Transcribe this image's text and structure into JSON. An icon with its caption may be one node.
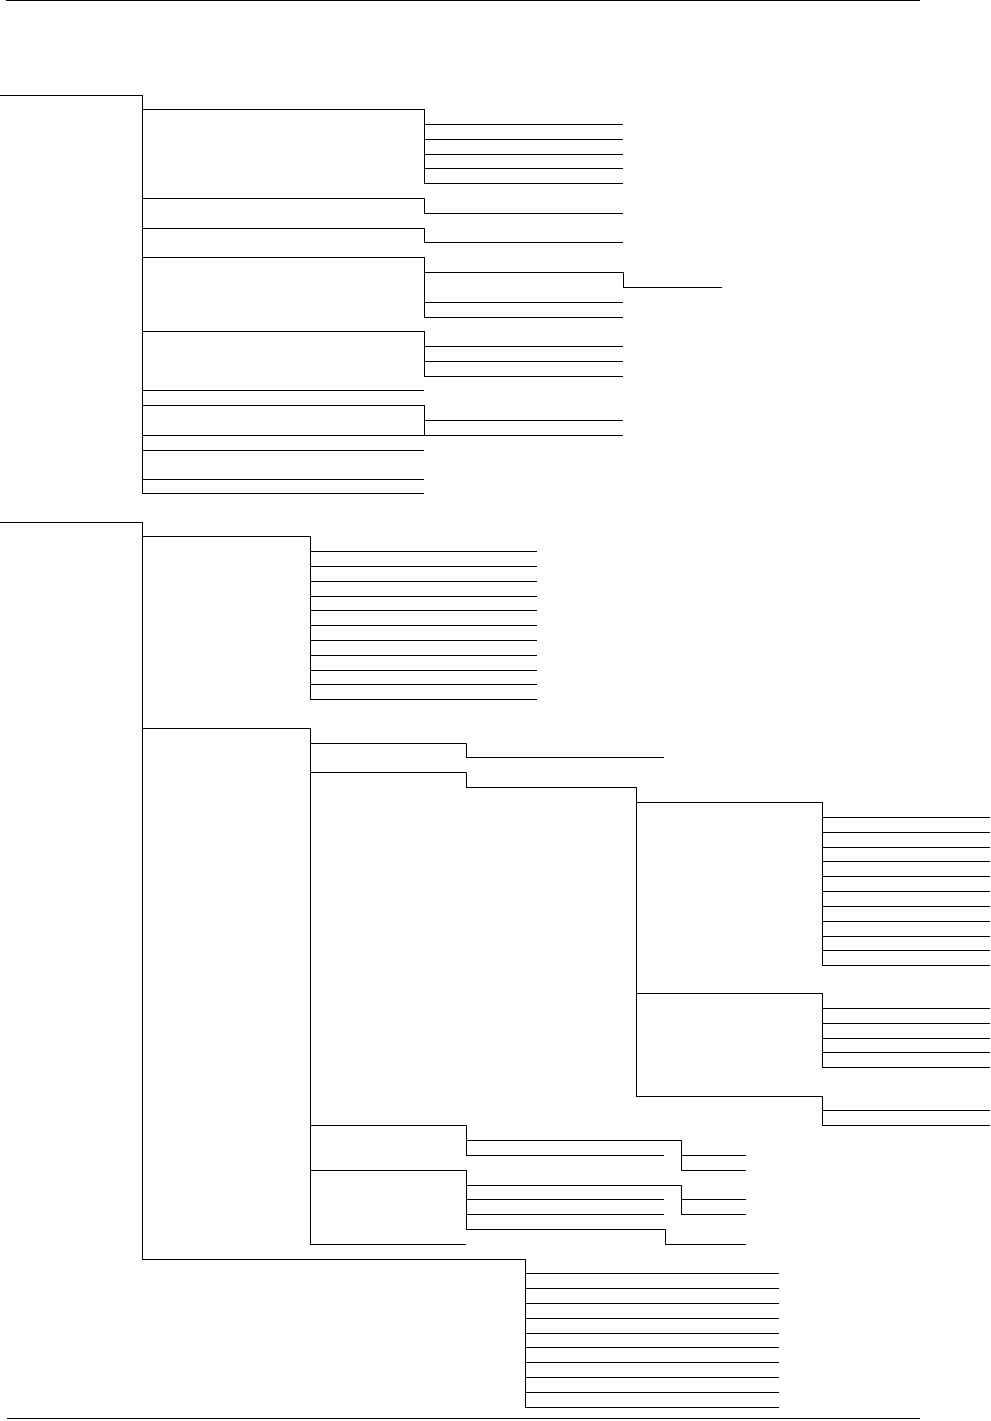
{
  "diagram": {
    "nodes": [
      {
        "text": [],
        "shape": "line"
      },
      {
        "text": [],
        "shape": "line"
      },
      {
        "text": [],
        "shape": "line"
      },
      {
        "text": [],
        "shape": "line"
      },
      {
        "text": [],
        "shape": "line"
      },
      {
        "text": [],
        "shape": "line"
      },
      {
        "text": [],
        "shape": "line"
      },
      {
        "text": [],
        "shape": "line"
      },
      {
        "text": [],
        "shape": "line"
      },
      {
        "text": [],
        "shape": "line"
      },
      {
        "text": [],
        "shape": "line"
      },
      {
        "text": [],
        "shape": "line"
      },
      {
        "text": [],
        "shape": "line"
      },
      {
        "text": [],
        "shape": "line"
      },
      {
        "text": [],
        "shape": "line"
      },
      {
        "text": [],
        "shape": "line"
      },
      {
        "text": [],
        "shape": "line"
      },
      {
        "text": [],
        "shape": "line"
      },
      {
        "text": [],
        "shape": "line"
      },
      {
        "text": [],
        "shape": "line"
      },
      {
        "text": [],
        "shape": "line"
      },
      {
        "text": [],
        "shape": "line"
      },
      {
        "text": [],
        "shape": "line"
      },
      {
        "text": [],
        "shape": "line"
      },
      {
        "text": [],
        "shape": "line"
      },
      {
        "text": [],
        "shape": "line"
      },
      {
        "text": [],
        "shape": "line"
      },
      {
        "text": [],
        "shape": "line"
      },
      {
        "text": [],
        "shape": "line"
      },
      {
        "text": [],
        "shape": "line"
      },
      {
        "text": [],
        "shape": "line"
      },
      {
        "text": [],
        "shape": "line"
      },
      {
        "text": [],
        "shape": "line"
      },
      {
        "text": [],
        "shape": "line"
      },
      {
        "text": [],
        "shape": "line"
      },
      {
        "text": [],
        "shape": "line"
      },
      {
        "text": [],
        "shape": "line"
      },
      {
        "text": [],
        "shape": "line"
      },
      {
        "text": [],
        "shape": "line"
      },
      {
        "text": [],
        "shape": "line"
      },
      {
        "text": [],
        "shape": "line"
      },
      {
        "text": [],
        "shape": "line"
      },
      {
        "text": [],
        "shape": "line"
      },
      {
        "text": [],
        "shape": "line"
      },
      {
        "text": [],
        "shape": "line"
      },
      {
        "text": [],
        "shape": "line"
      },
      {
        "text": [],
        "shape": "line"
      },
      {
        "text": [],
        "shape": "line"
      },
      {
        "text": [],
        "shape": "line"
      },
      {
        "text": [],
        "shape": "line"
      },
      {
        "text": [],
        "shape": "line"
      },
      {
        "text": [],
        "shape": "line"
      },
      {
        "text": [],
        "shape": "line"
      },
      {
        "text": [],
        "shape": "line"
      },
      {
        "text": [],
        "shape": "line"
      },
      {
        "text": [],
        "shape": "line"
      },
      {
        "text": [],
        "shape": "line"
      },
      {
        "text": [],
        "shape": "line"
      },
      {
        "text": [],
        "shape": "line"
      },
      {
        "text": [],
        "shape": "line"
      },
      {
        "text": [],
        "shape": "line"
      },
      {
        "text": [],
        "shape": "line"
      },
      {
        "text": [],
        "shape": "line"
      },
      {
        "text": [],
        "shape": "line"
      },
      {
        "text": [],
        "shape": "line"
      },
      {
        "text": [],
        "shape": "line"
      },
      {
        "text": [],
        "shape": "line"
      },
      {
        "text": [],
        "shape": "line"
      },
      {
        "text": [],
        "shape": "line"
      },
      {
        "text": [],
        "shape": "line"
      },
      {
        "text": [],
        "shape": "line"
      },
      {
        "text": [],
        "shape": "line"
      },
      {
        "text": [],
        "shape": "line"
      },
      {
        "text": [],
        "shape": "line"
      },
      {
        "text": [],
        "shape": "line"
      },
      {
        "text": [],
        "shape": "line"
      },
      {
        "text": [],
        "shape": "line"
      },
      {
        "text": [],
        "shape": "line"
      },
      {
        "text": [],
        "shape": "line"
      },
      {
        "text": [],
        "shape": "line"
      },
      {
        "text": [],
        "shape": "line"
      },
      {
        "text": [],
        "shape": "line"
      },
      {
        "text": [],
        "shape": "line"
      },
      {
        "text": [],
        "shape": "line"
      },
      {
        "text": [],
        "shape": "line"
      },
      {
        "text": [],
        "shape": "line"
      },
      {
        "text": [],
        "shape": "line"
      },
      {
        "text": [],
        "shape": "line"
      },
      {
        "text": [],
        "shape": "line"
      },
      {
        "text": [],
        "shape": "line"
      },
      {
        "text": [],
        "shape": "line"
      },
      {
        "text": [],
        "shape": "line"
      }
    ],
    "edges": [
      {
        "from": 0,
        "to": 1,
        "arrow": "none"
      },
      {
        "from": 1,
        "to": 2,
        "arrow": "none"
      },
      {
        "from": 1,
        "to": 3,
        "arrow": "none"
      },
      {
        "from": 1,
        "to": 4,
        "arrow": "none"
      },
      {
        "from": 1,
        "to": 5,
        "arrow": "none"
      },
      {
        "from": 1,
        "to": 6,
        "arrow": "none"
      },
      {
        "from": 0,
        "to": 7,
        "arrow": "none"
      },
      {
        "from": 7,
        "to": 8,
        "arrow": "none"
      },
      {
        "from": 0,
        "to": 9,
        "arrow": "none"
      },
      {
        "from": 9,
        "to": 10,
        "arrow": "none"
      },
      {
        "from": 0,
        "to": 11,
        "arrow": "none"
      },
      {
        "from": 11,
        "to": 12,
        "arrow": "none"
      },
      {
        "from": 12,
        "to": 13,
        "arrow": "none"
      },
      {
        "from": 11,
        "to": 14,
        "arrow": "none"
      },
      {
        "from": 11,
        "to": 15,
        "arrow": "none"
      },
      {
        "from": 0,
        "to": 16,
        "arrow": "none"
      },
      {
        "from": 16,
        "to": 17,
        "arrow": "none"
      },
      {
        "from": 16,
        "to": 18,
        "arrow": "none"
      },
      {
        "from": 16,
        "to": 19,
        "arrow": "none"
      },
      {
        "from": 0,
        "to": 20,
        "arrow": "none"
      },
      {
        "from": 0,
        "to": 21,
        "arrow": "none"
      },
      {
        "from": 21,
        "to": 22,
        "arrow": "none"
      },
      {
        "from": 21,
        "to": 23,
        "arrow": "none"
      },
      {
        "from": 0,
        "to": 24,
        "arrow": "none"
      },
      {
        "from": 0,
        "to": 25,
        "arrow": "none"
      },
      {
        "from": 0,
        "to": 26,
        "arrow": "none"
      },
      {
        "from": 0,
        "to": 27,
        "arrow": "none"
      },
      {
        "from": 28,
        "to": 29,
        "arrow": "none"
      },
      {
        "from": 29,
        "to": 30,
        "arrow": "none"
      },
      {
        "from": 29,
        "to": 31,
        "arrow": "none"
      },
      {
        "from": 29,
        "to": 32,
        "arrow": "none"
      },
      {
        "from": 29,
        "to": 33,
        "arrow": "none"
      },
      {
        "from": 29,
        "to": 34,
        "arrow": "none"
      },
      {
        "from": 29,
        "to": 35,
        "arrow": "none"
      },
      {
        "from": 29,
        "to": 36,
        "arrow": "none"
      },
      {
        "from": 29,
        "to": 37,
        "arrow": "none"
      },
      {
        "from": 29,
        "to": 38,
        "arrow": "none"
      },
      {
        "from": 29,
        "to": 39,
        "arrow": "none"
      },
      {
        "from": 29,
        "to": 40,
        "arrow": "none"
      },
      {
        "from": 28,
        "to": 41,
        "arrow": "none"
      },
      {
        "from": 41,
        "to": 42,
        "arrow": "none"
      },
      {
        "from": 42,
        "to": 43,
        "arrow": "none"
      },
      {
        "from": 41,
        "to": 44,
        "arrow": "none"
      },
      {
        "from": 44,
        "to": 45,
        "arrow": "none"
      },
      {
        "from": 45,
        "to": 46,
        "arrow": "none"
      },
      {
        "from": 46,
        "to": 47,
        "arrow": "none"
      },
      {
        "from": 46,
        "to": 48,
        "arrow": "none"
      },
      {
        "from": 46,
        "to": 49,
        "arrow": "none"
      },
      {
        "from": 46,
        "to": 50,
        "arrow": "none"
      },
      {
        "from": 46,
        "to": 51,
        "arrow": "none"
      },
      {
        "from": 46,
        "to": 52,
        "arrow": "none"
      },
      {
        "from": 46,
        "to": 53,
        "arrow": "none"
      },
      {
        "from": 46,
        "to": 54,
        "arrow": "none"
      },
      {
        "from": 46,
        "to": 55,
        "arrow": "none"
      },
      {
        "from": 46,
        "to": 56,
        "arrow": "none"
      },
      {
        "from": 46,
        "to": 57,
        "arrow": "none"
      },
      {
        "from": 45,
        "to": 58,
        "arrow": "none"
      },
      {
        "from": 58,
        "to": 59,
        "arrow": "none"
      },
      {
        "from": 58,
        "to": 60,
        "arrow": "none"
      },
      {
        "from": 58,
        "to": 61,
        "arrow": "none"
      },
      {
        "from": 58,
        "to": 62,
        "arrow": "none"
      },
      {
        "from": 58,
        "to": 63,
        "arrow": "none"
      },
      {
        "from": 45,
        "to": 64,
        "arrow": "none"
      },
      {
        "from": 64,
        "to": 65,
        "arrow": "none"
      },
      {
        "from": 64,
        "to": 66,
        "arrow": "none"
      },
      {
        "from": 41,
        "to": 67,
        "arrow": "none"
      },
      {
        "from": 67,
        "to": 68,
        "arrow": "none"
      },
      {
        "from": 68,
        "to": 69,
        "arrow": "none"
      },
      {
        "from": 68,
        "to": 70,
        "arrow": "none"
      },
      {
        "from": 67,
        "to": 71,
        "arrow": "none"
      },
      {
        "from": 41,
        "to": 72,
        "arrow": "none"
      },
      {
        "from": 72,
        "to": 73,
        "arrow": "none"
      },
      {
        "from": 73,
        "to": 74,
        "arrow": "none"
      },
      {
        "from": 73,
        "to": 75,
        "arrow": "none"
      },
      {
        "from": 72,
        "to": 76,
        "arrow": "none"
      },
      {
        "from": 72,
        "to": 77,
        "arrow": "none"
      },
      {
        "from": 72,
        "to": 78,
        "arrow": "none"
      },
      {
        "from": 78,
        "to": 79,
        "arrow": "none"
      },
      {
        "from": 41,
        "to": 80,
        "arrow": "none"
      },
      {
        "from": 28,
        "to": 81,
        "arrow": "none"
      },
      {
        "from": 81,
        "to": 82,
        "arrow": "none"
      },
      {
        "from": 81,
        "to": 83,
        "arrow": "none"
      },
      {
        "from": 81,
        "to": 84,
        "arrow": "none"
      },
      {
        "from": 81,
        "to": 85,
        "arrow": "none"
      },
      {
        "from": 81,
        "to": 86,
        "arrow": "none"
      },
      {
        "from": 81,
        "to": 87,
        "arrow": "none"
      },
      {
        "from": 81,
        "to": 88,
        "arrow": "none"
      },
      {
        "from": 81,
        "to": 89,
        "arrow": "none"
      },
      {
        "from": 81,
        "to": 90,
        "arrow": "none"
      },
      {
        "from": 81,
        "to": 91,
        "arrow": "none"
      }
    ]
  }
}
